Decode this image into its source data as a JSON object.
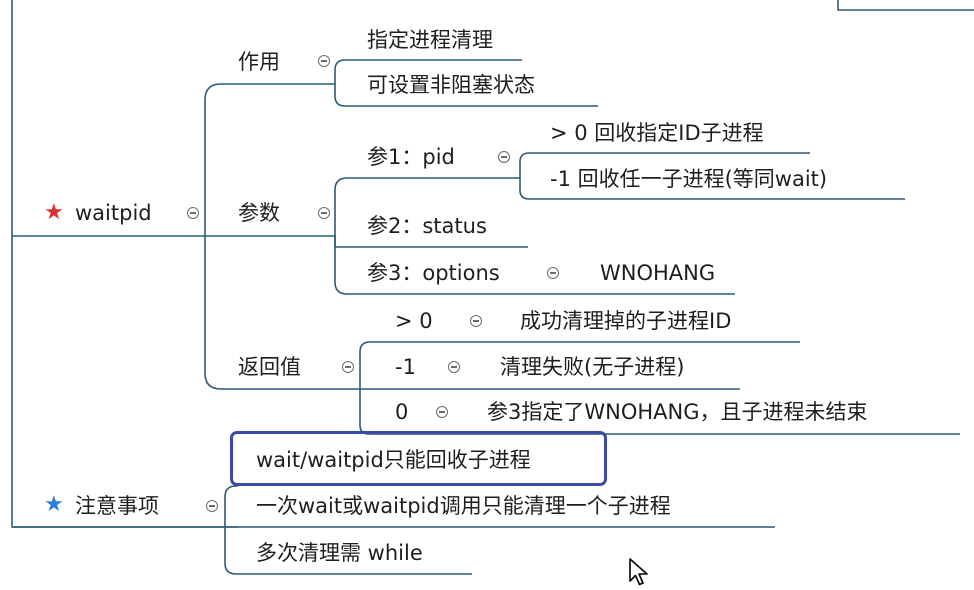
{
  "nodes": {
    "waitpid": "waitpid",
    "zuoyong": "作用",
    "zy_1": "指定进程清理",
    "zy_2": "可设置非阻塞状态",
    "canshu": "参数",
    "can1": "参1：pid",
    "can1_a": "> 0 回收指定ID子进程",
    "can1_b": "-1 回收任一子进程(等同wait)",
    "can2": "参2：status",
    "can3": "参3：options",
    "can3_a": "WNOHANG",
    "fanhui": "返回值",
    "ret1": "> 0",
    "ret1_desc": "成功清理掉的子进程ID",
    "ret2": "-1",
    "ret2_desc": "清理失败(无子进程)",
    "ret3": "0",
    "ret3_desc": "参3指定了WNOHANG，且子进程未结束",
    "zhuyi": "注意事项",
    "zhuyi_1": "wait/waitpid只能回收子进程",
    "zhuyi_2": "一次wait或waitpid调用只能清理一个子进程",
    "zhuyi_3": "多次清理需 while"
  },
  "colors": {
    "line": "#2a5b78",
    "star_red": "#d9312b",
    "star_blue": "#2f7fd6",
    "highlight": "#3b4aa8"
  },
  "icons": {
    "collapse": "collapse-icon",
    "waitpid_marker": "red-star-icon",
    "zhuyi_marker": "blue-star-icon",
    "pointer": "mouse-pointer-icon"
  }
}
